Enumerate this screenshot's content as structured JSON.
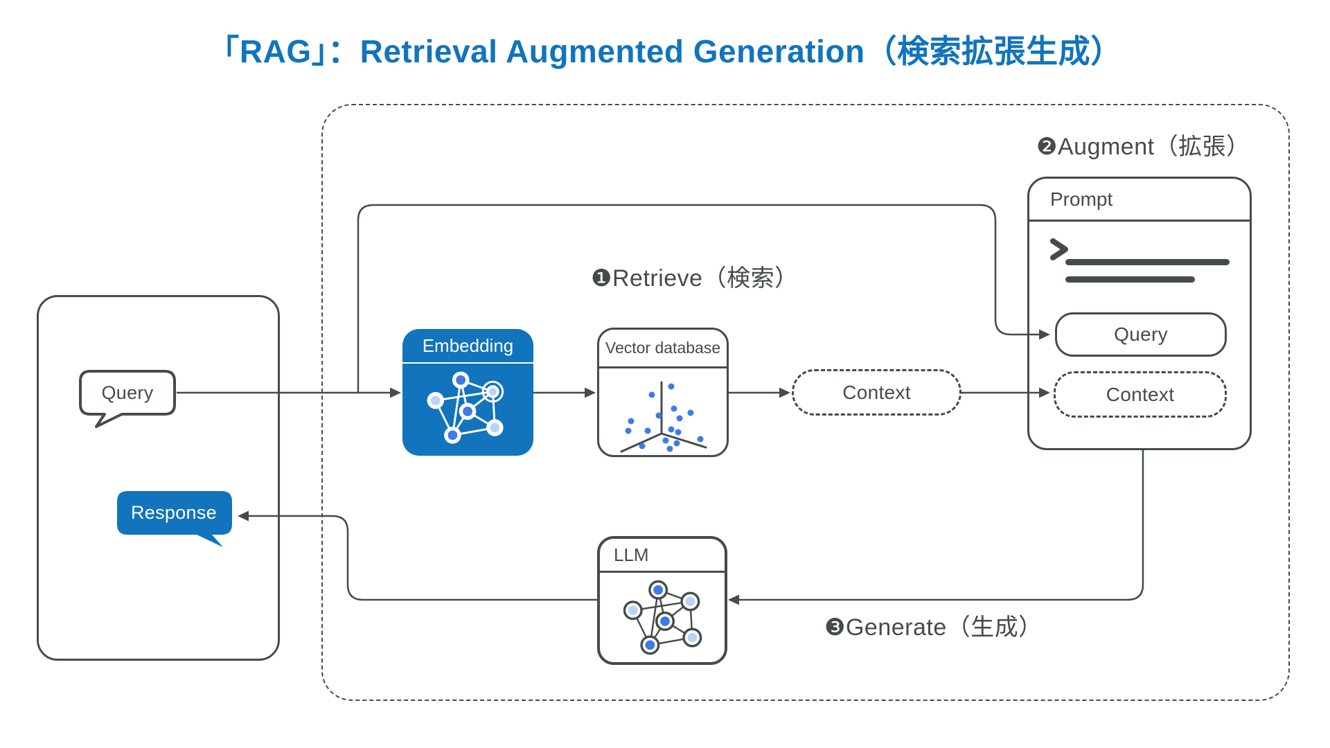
{
  "title": "「RAG」：Retrieval Augmented Generation（検索拡張生成）",
  "colors": {
    "blue": "#1174BC",
    "dark": "#454B4B",
    "node-blue": "#3D7BE5",
    "node-light": "#BBD3F6"
  },
  "user_panel": {
    "query_label": "Query",
    "response_label": "Response"
  },
  "steps": {
    "retrieve": "❶Retrieve（検索）",
    "augment": "❷Augment（拡張）",
    "generate": "❸Generate（生成）"
  },
  "nodes": {
    "embedding": {
      "label": "Embedding"
    },
    "vector_db": {
      "label": "Vector database"
    },
    "context": {
      "label": "Context"
    },
    "prompt": {
      "label": "Prompt",
      "query_label": "Query",
      "context_label": "Context"
    },
    "llm": {
      "label": "LLM"
    }
  }
}
